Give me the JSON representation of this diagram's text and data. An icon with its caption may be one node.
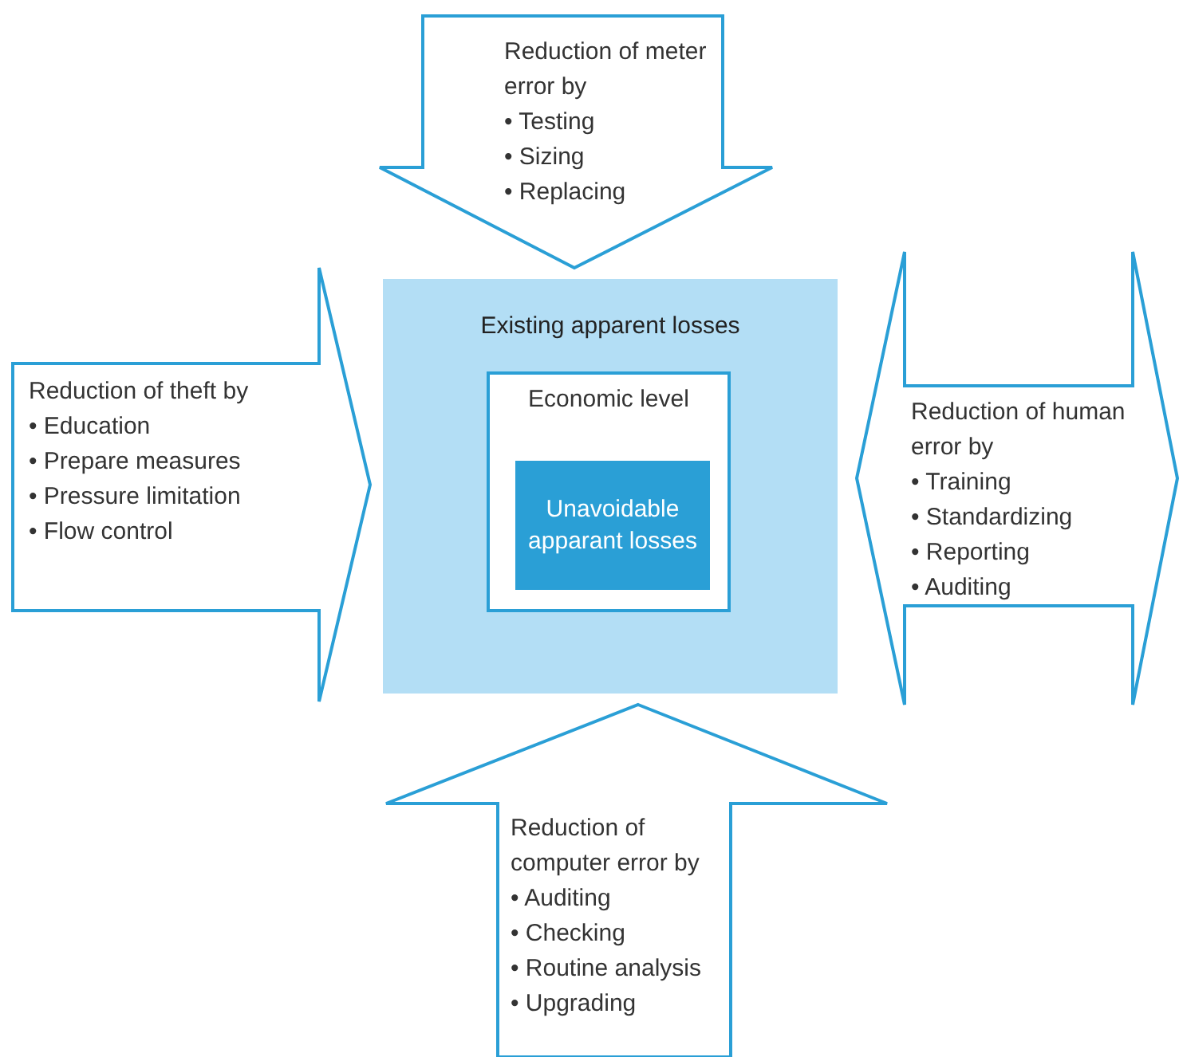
{
  "diagram": {
    "nodes": [
      {
        "text": [
          "Existing apparent losses"
        ]
      },
      {
        "text": [
          "Economic level"
        ],
        "in": 0
      },
      {
        "text": [
          "Unavoidable apparant losses"
        ],
        "in": 1
      },
      {
        "text": [
          "Reduction of meter error by",
          "• Testing",
          "• Sizing",
          "• Replacing"
        ]
      },
      {
        "text": [
          "Reduction of theft by",
          "• Education",
          "• Prepare measures",
          "• Pressure limitation",
          "• Flow control"
        ]
      },
      {
        "text": [
          "Reduction of human error by",
          "• Training",
          "• Standardizing",
          "• Reporting",
          "• Auditing"
        ]
      },
      {
        "text": [
          "Reduction of computer error by",
          "• Auditing",
          "• Checking",
          "• Routine analysis",
          "• Upgrading"
        ]
      }
    ]
  }
}
